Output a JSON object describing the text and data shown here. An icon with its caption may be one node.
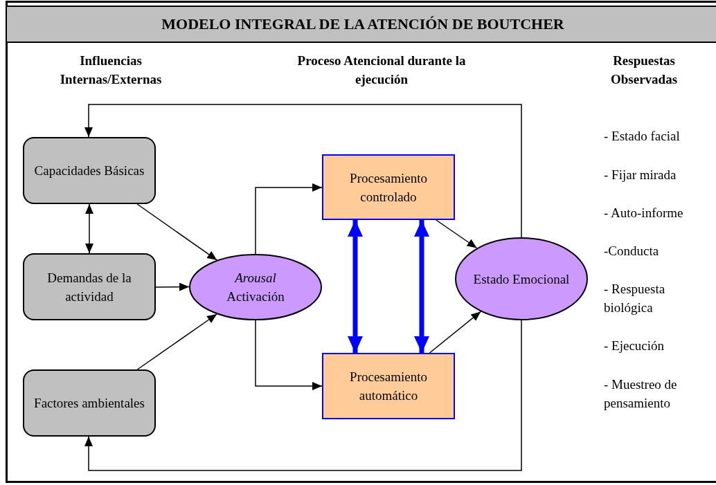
{
  "diagram": {
    "title": "MODELO INTEGRAL DE LA ATENCIÓN DE BOUTCHER",
    "nodes": [
      {
        "text": [
          "Capacidades Básicas"
        ]
      },
      {
        "text": [
          "Demandas de la actividad"
        ]
      },
      {
        "text": [
          "Factores ambientales"
        ]
      },
      {
        "text": [
          "*Arousal* Activación"
        ]
      },
      {
        "text": [
          "Procesamiento controlado"
        ]
      },
      {
        "text": [
          "Procesamiento automático"
        ]
      },
      {
        "text": [
          "Estado Emocional"
        ]
      }
    ],
    "edges": [
      {
        "from": 0,
        "to": 1,
        "arrow": "both"
      },
      {
        "from": 0,
        "to": 3,
        "arrow": "to"
      },
      {
        "from": 1,
        "to": 3,
        "arrow": "to"
      },
      {
        "from": 2,
        "to": 3,
        "arrow": "to"
      },
      {
        "from": 3,
        "to": 4,
        "arrow": "to"
      },
      {
        "from": 3,
        "to": 5,
        "arrow": "to"
      },
      {
        "from": 4,
        "to": 5,
        "arrow": "both",
        "style": "thick",
        "color": "#0000ff"
      },
      {
        "from": 4,
        "to": 5,
        "arrow": "both",
        "style": "thick",
        "color": "#0000ff"
      },
      {
        "from": 4,
        "to": 6,
        "arrow": "to"
      },
      {
        "from": 5,
        "to": 6,
        "arrow": "to"
      },
      {
        "from": 6,
        "to": 0,
        "arrow": "to"
      },
      {
        "from": 6,
        "to": 2,
        "arrow": "to"
      }
    ],
    "labels": [
      "Influencias Internas/Externas",
      "Proceso Atencional durante la ejecución",
      "Respuestas Observadas",
      "- Estado facial",
      "- Fijar mirada",
      "- Auto-informe",
      "-Conducta",
      "- Respuesta biológica",
      "- Ejecución",
      "- Muestreo de pensamiento"
    ]
  }
}
